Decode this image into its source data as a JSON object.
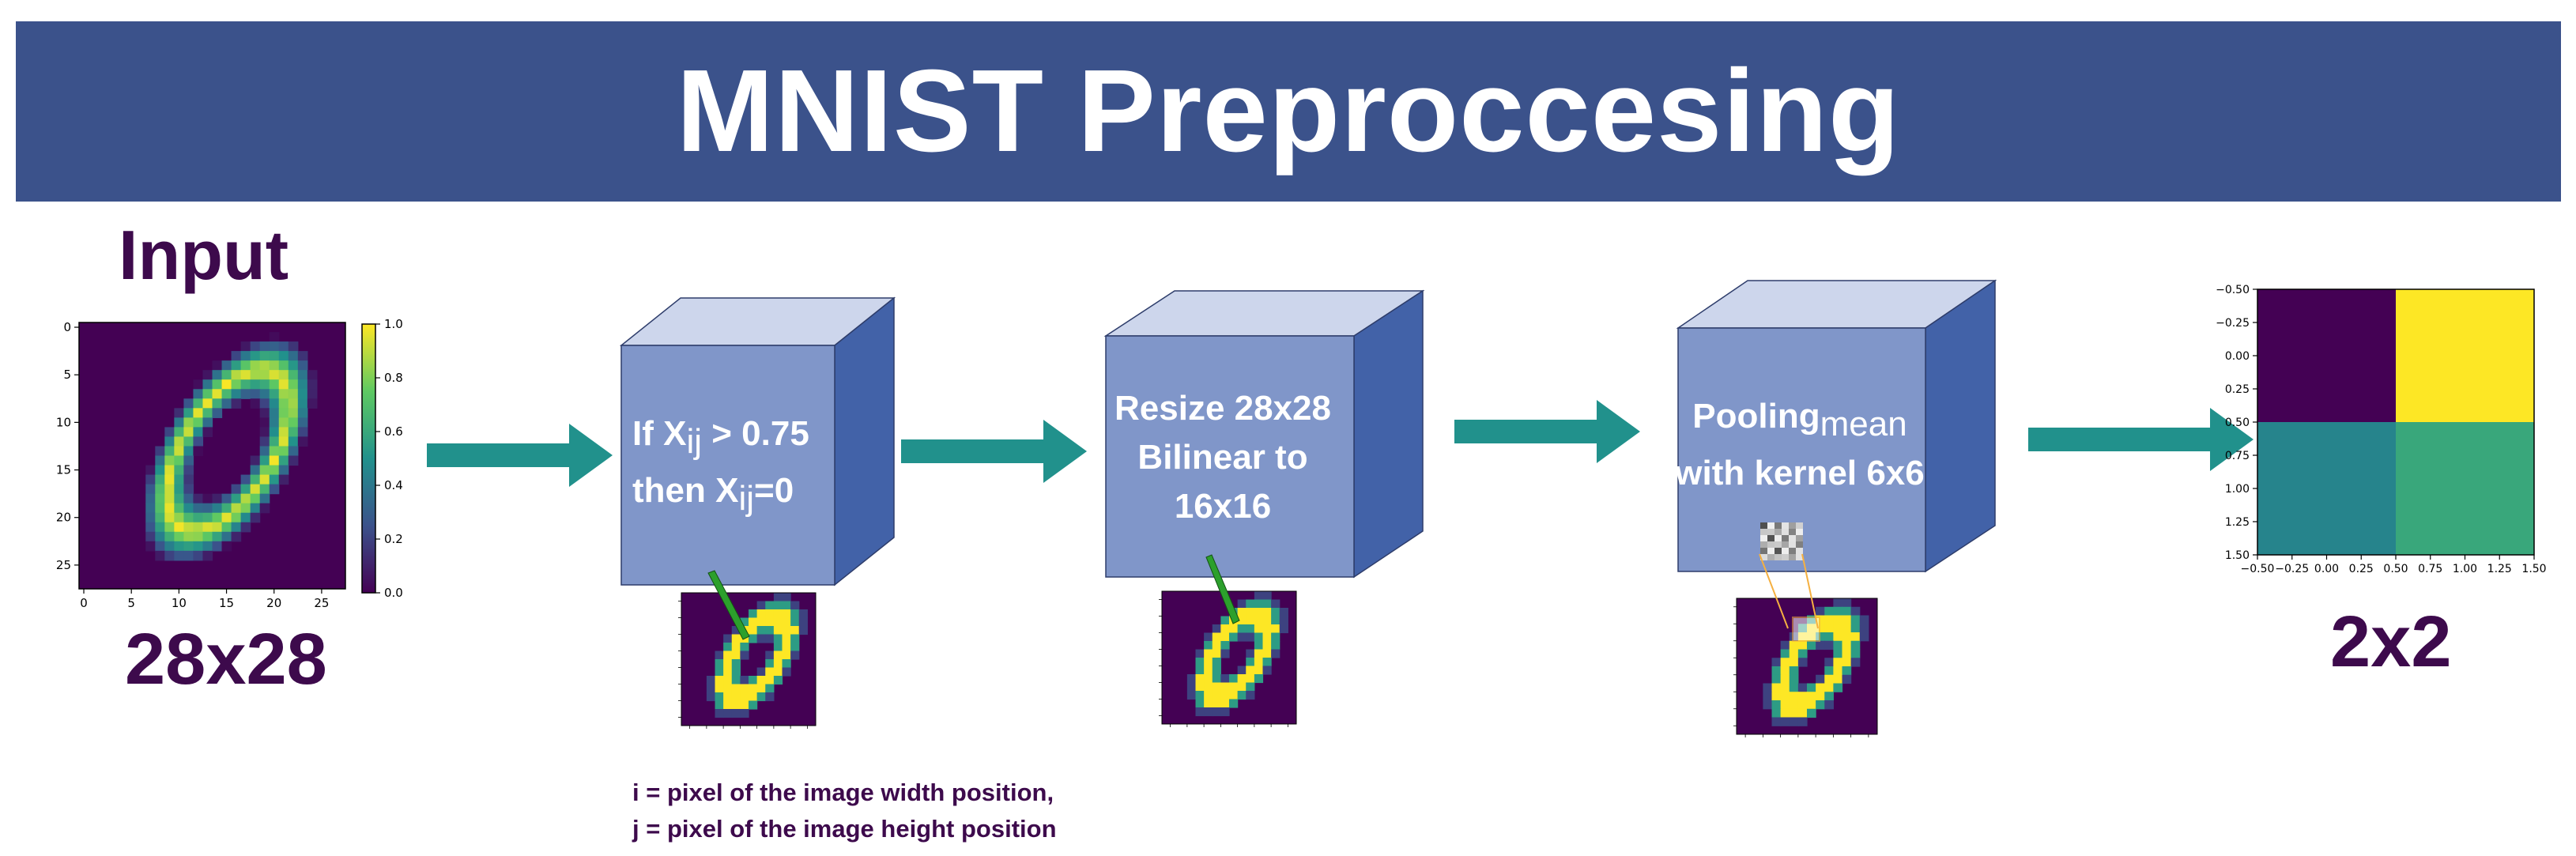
{
  "title": "MNIST Preproccesing",
  "input": {
    "label": "Input",
    "size": "28x28",
    "y_ticks": [
      "0",
      "5",
      "10",
      "15",
      "20",
      "25"
    ],
    "x_ticks": [
      "0",
      "5",
      "10",
      "15",
      "20",
      "25"
    ],
    "colorbar_ticks": [
      "0.0",
      "0.2",
      "0.4",
      "0.6",
      "0.8",
      "1.0"
    ]
  },
  "step_threshold": {
    "line1_prefix": "If X",
    "line1_sub": "ij",
    "line1_suffix": " > 0.75",
    "line2_prefix": "then X",
    "line2_sub": "ij",
    "line2_suffix": "=0"
  },
  "step_resize": {
    "line1": "Resize 28x28",
    "line2": "Bilinear to",
    "line3": "16x16"
  },
  "step_pool": {
    "line1_main": "Pooling",
    "line1_sub": "mean",
    "line2": "with kernel 6x6"
  },
  "output": {
    "size": "2x2",
    "y_ticks": [
      "−0.50",
      "−0.25",
      "0.00",
      "0.25",
      "0.50",
      "0.75",
      "1.00",
      "1.25",
      "1.50"
    ],
    "x_ticks": [
      "−0.50",
      "−0.25",
      "0.00",
      "0.25",
      "0.50",
      "0.75",
      "1.00",
      "1.25",
      "1.50"
    ],
    "cells": [
      [
        0.0,
        1.0
      ],
      [
        0.45,
        0.6
      ]
    ]
  },
  "legend": {
    "line1": "i = pixel of the image width position,",
    "line2": "j = pixel of the image height position"
  },
  "colors": {
    "banner": "#3b528b",
    "cube_front": "#8096c9",
    "cube_top": "#cdd6ec",
    "cube_side": "#4262a8",
    "arrow": "#21918c",
    "dark_purple": "#3d0a4c",
    "viridis_low": "#440154",
    "viridis_high": "#fde725"
  }
}
